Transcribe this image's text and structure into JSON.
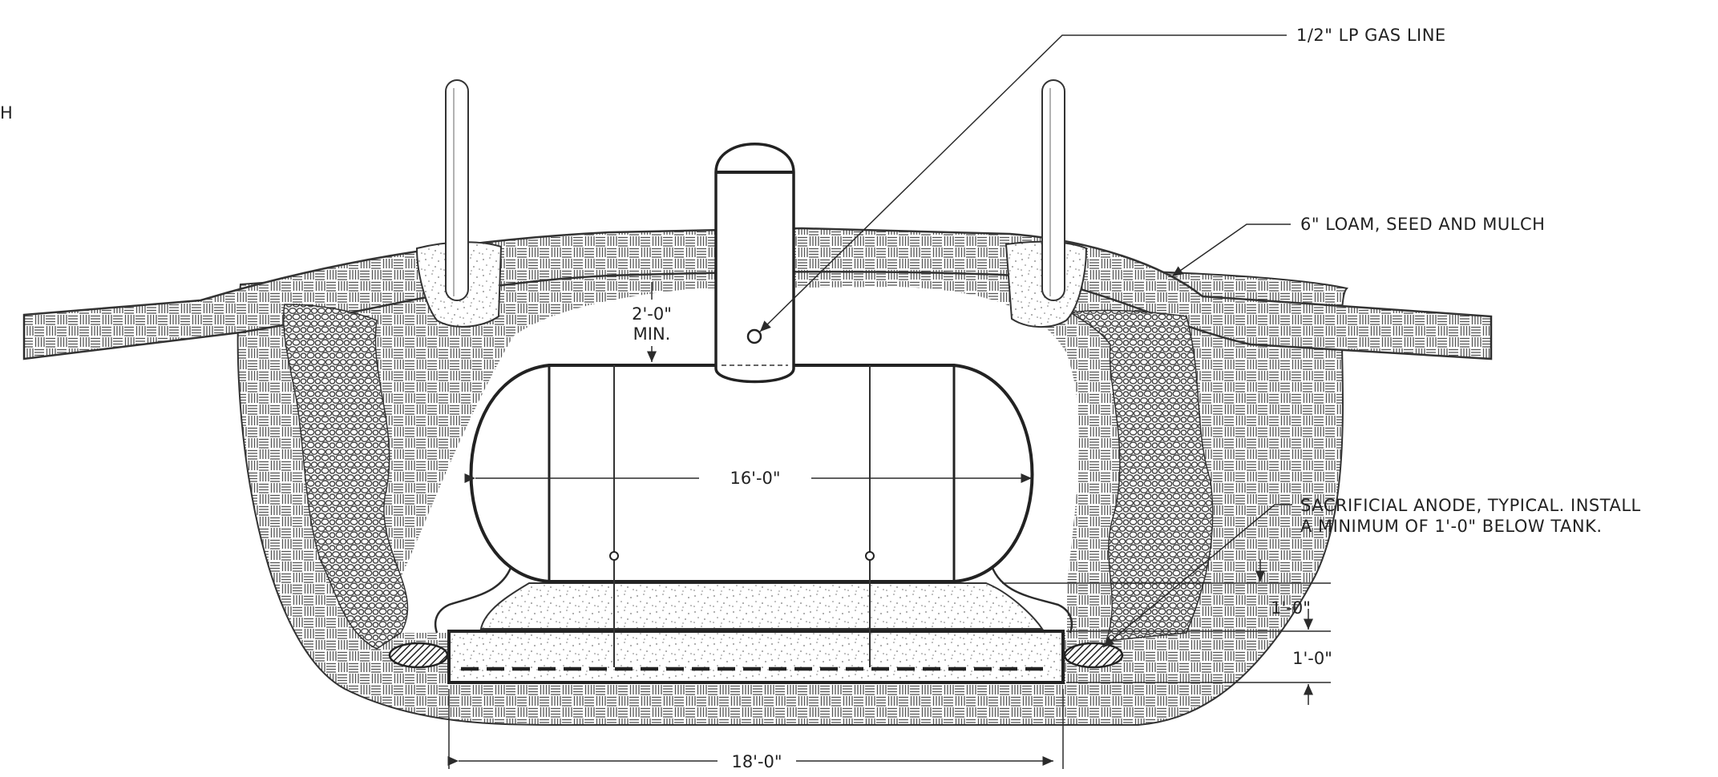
{
  "labels": {
    "gas_line": "1/2\" LP GAS LINE",
    "loam": "6\" LOAM, SEED AND MULCH",
    "anode_line1": "SACRIFICIAL ANODE, TYPICAL.  INSTALL",
    "anode_line2": "A MINIMUM OF 1'-0\" BELOW TANK.",
    "margin_fragment": "H"
  },
  "dimensions": {
    "cover_line1": "2'-0\"",
    "cover_line2": "MIN.",
    "tank_length": "16'-0\"",
    "sand_depth": "1'-0\"",
    "slab_depth": "1'-0\"",
    "slab_length": "18'-0\""
  }
}
